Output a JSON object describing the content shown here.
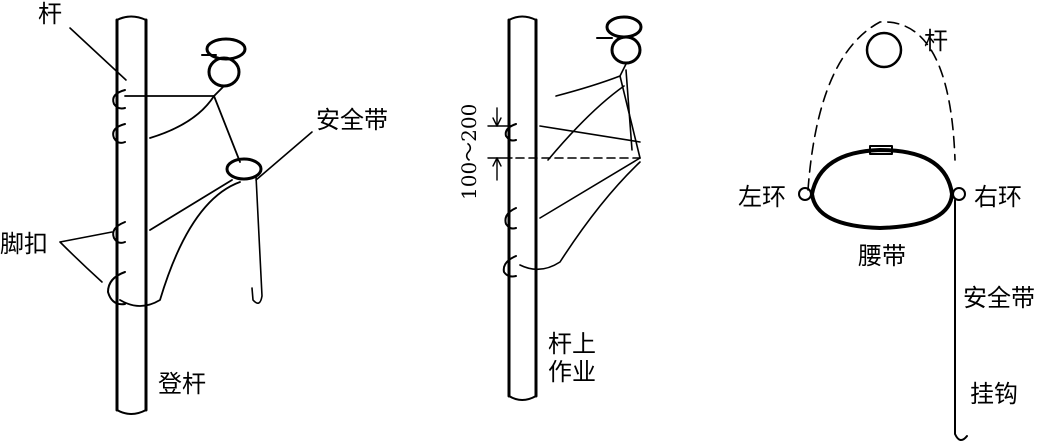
{
  "labels": {
    "pole_top_left": "杆",
    "climbing_spikes": "脚扣",
    "safety_belt_left": "安全带",
    "climbing_caption": "登杆",
    "dimension": "100～200",
    "work_caption_line1": "杆上",
    "work_caption_line2": "作业",
    "pole_right": "杆",
    "left_ring": "左环",
    "right_ring": "右环",
    "waist_belt": "腰带",
    "safety_belt_right": "安全带",
    "hook": "挂钩"
  }
}
